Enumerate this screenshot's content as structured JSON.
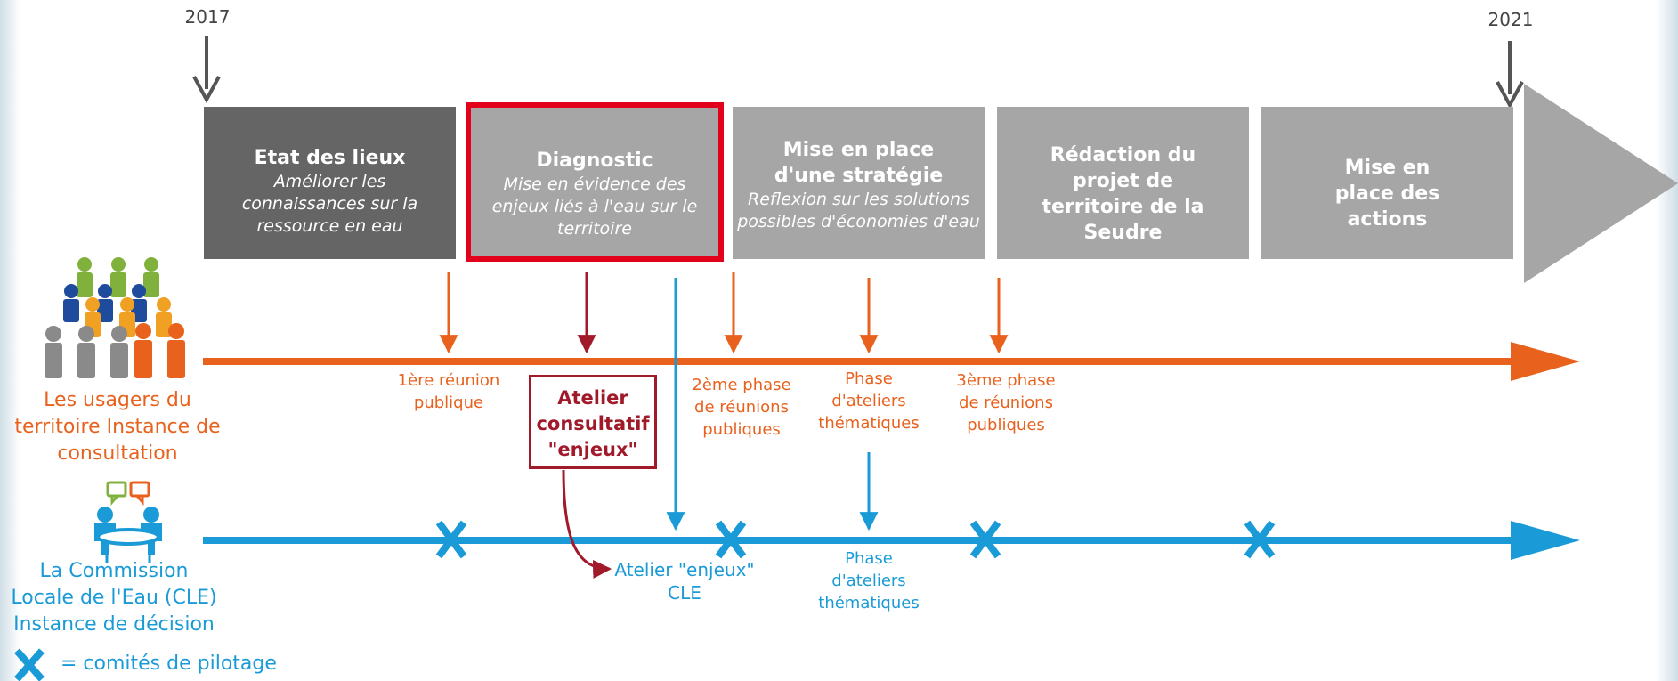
{
  "years": {
    "start": "2017",
    "end": "2021"
  },
  "phases": [
    {
      "title": "Etat des lieux",
      "subtitle": "Améliorer les connaissances sur la ressource en eau"
    },
    {
      "title": "Diagnostic",
      "subtitle": "Mise en évidence des enjeux liés à l'eau sur le territoire"
    },
    {
      "title": "Mise en place d'une stratégie",
      "subtitle": "Reflexion sur les solutions possibles d'économies d'eau"
    },
    {
      "title": "Rédaction du projet de territoire de la Seudre",
      "subtitle": ""
    },
    {
      "title": "Mise en place des actions",
      "subtitle": ""
    }
  ],
  "consultation": {
    "actor_label": "Les usagers du territoire Instance de consultation",
    "events": [
      "1ère réunion publique",
      "2ème phase de réunions publiques",
      "Phase d'ateliers thématiques",
      "3ème phase de réunions publiques"
    ],
    "atelier": "Atelier consultatif \"enjeux\""
  },
  "decision": {
    "actor_label": "La Commission Locale de l'Eau (CLE) Instance de décision",
    "events": [
      "Atelier \"enjeux\" CLE",
      "Phase d'ateliers thématiques"
    ]
  },
  "legend": {
    "symbol": "X",
    "text": "= comités de pilotage"
  },
  "colors": {
    "orange": "#e8621e",
    "blue": "#1a9bd7",
    "dark_red": "#a01a2a",
    "highlight_red": "#e3001b",
    "dark_box": "#656566",
    "grey_box": "#a6a6a7",
    "year_arrow": "#555555"
  },
  "icons": [
    "people-group-icon",
    "meeting-table-icon",
    "speech-bubble-icon",
    "cross-marker-icon"
  ]
}
